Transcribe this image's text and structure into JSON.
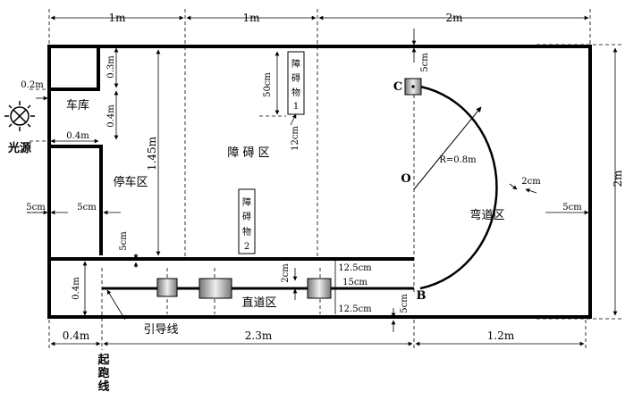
{
  "top_dims": {
    "d1": "1m",
    "d2": "1m",
    "d3": "2m"
  },
  "left_dims": {
    "light_gap": "0.2m",
    "garage_top": "0.3m",
    "garage_h": "0.4m",
    "garage_w": "0.4m",
    "park_h": "1.45m",
    "wall_gap": "5cm",
    "park_gap": "5cm",
    "park_bottom": "5cm",
    "lane_h": "0.4m"
  },
  "right_dims": {
    "total_h": "2m",
    "right_gap": "5cm",
    "c_gap": "5cm",
    "b_gap": "5cm",
    "curve_w": "2cm",
    "radius": "R=0.8m"
  },
  "obstacle_dims": {
    "ob1_h": "50cm",
    "ob1_w": "12cm",
    "bar_h": "2cm",
    "lane1": "12.5cm",
    "lane_mid": "15cm",
    "lane2": "12.5cm"
  },
  "bottom_dims": {
    "start_left": "0.4m",
    "straight_len": "2.3m",
    "curve_len": "1.2m"
  },
  "labels": {
    "garage": "车库",
    "light": "光源",
    "parking": "停车区",
    "obstacle_zone": "障 碍 区",
    "curve_zone": "弯道区",
    "straight_zone": "直道区",
    "guide_line": "引导线",
    "start_line": [
      "起",
      "跑",
      "线"
    ],
    "ob1": [
      "障",
      "碍",
      "物",
      "1"
    ],
    "ob2": [
      "障",
      "碍",
      "物",
      "2"
    ],
    "point_c": "C",
    "point_o": "O",
    "point_b": "B"
  }
}
